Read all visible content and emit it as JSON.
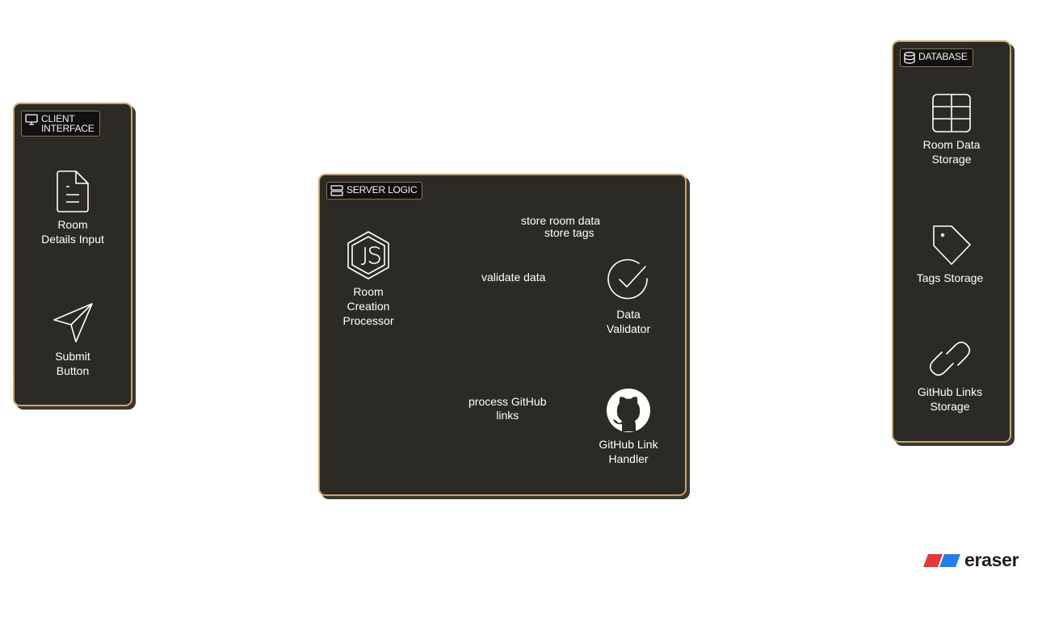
{
  "groups": {
    "client": {
      "label": "CLIENT\nINTERFACE",
      "icon": "monitor-icon"
    },
    "server": {
      "label": "SERVER LOGIC",
      "icon": "server-icon"
    },
    "database": {
      "label": "DATABASE",
      "icon": "database-icon"
    }
  },
  "nodes": {
    "room_details_input": {
      "label": "Room\nDetails Input",
      "icon": "file-text-icon"
    },
    "submit_button": {
      "label": "Submit\nButton",
      "icon": "send-icon"
    },
    "room_creation_processor": {
      "label": "Room\nCreation\nProcessor",
      "icon": "nodejs-icon"
    },
    "data_validator": {
      "label": "Data\nValidator",
      "icon": "check-circle-icon"
    },
    "github_link_handler": {
      "label": "GitHub Link\nHandler",
      "icon": "github-icon"
    },
    "room_data_storage": {
      "label": "Room Data\nStorage",
      "icon": "table-icon"
    },
    "tags_storage": {
      "label": "Tags Storage",
      "icon": "tag-icon"
    },
    "github_links_storage": {
      "label": "GitHub Links\nStorage",
      "icon": "link-icon"
    }
  },
  "edges": {
    "store_room_data": "store room data",
    "store_tags": "store tags",
    "validate_data": "validate data",
    "process_github_links": "process GitHub\nlinks"
  },
  "brand": {
    "name": "eraser",
    "colors": [
      "#e8353a",
      "#1d7ff2"
    ]
  },
  "colors": {
    "panel": "#2c2a24",
    "border": "#c9a46a",
    "line": "#ffffff"
  }
}
